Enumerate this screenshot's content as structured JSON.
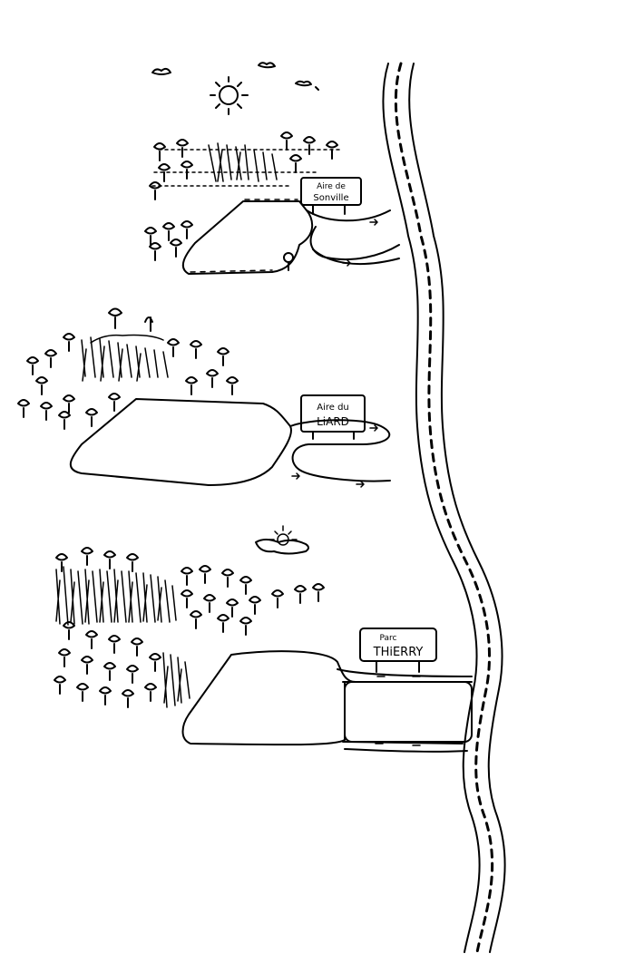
{
  "colors": {
    "ink": "#000000",
    "paper": "#ffffff"
  },
  "areas": [
    {
      "id": "sonville",
      "sign_line1": "Aire de",
      "sign_line2": "Sonville"
    },
    {
      "id": "liard",
      "sign_line1": "Aire du",
      "sign_line2": "LiARD"
    },
    {
      "id": "thierry",
      "sign_line1": "Parc",
      "sign_line2": "THiERRY"
    }
  ],
  "icons": [
    "sun-icon",
    "cloud-icon",
    "tree-icon",
    "pin-icon",
    "arrow-icon"
  ]
}
